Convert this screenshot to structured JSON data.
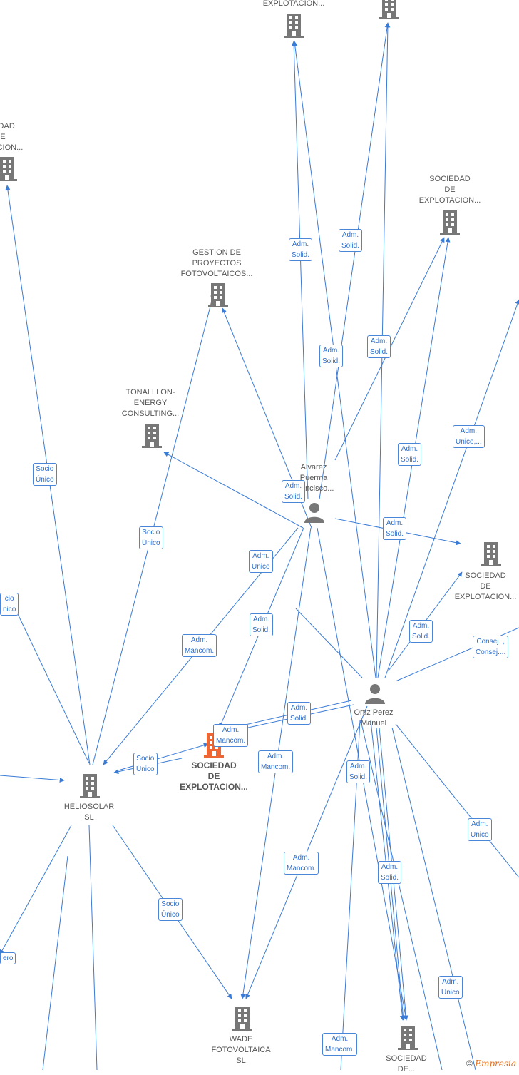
{
  "colors": {
    "edge": "#3a7bd5",
    "node": "#777777",
    "focus": "#ee6633",
    "badge_text": "#2f6fc9"
  },
  "nodes": [
    {
      "id": "top_soc1",
      "label": "EXPLOTACION...",
      "type": "company"
    },
    {
      "id": "top_soc2",
      "label": "",
      "type": "company"
    },
    {
      "id": "left_soc",
      "label": "CIEDAD\nDE\nLOTACION...",
      "type": "company"
    },
    {
      "id": "soc_right1",
      "label": "SOCIEDAD\nDE\nEXPLOTACION...",
      "type": "company"
    },
    {
      "id": "gestion",
      "label": "GESTION DE\nPROYECTOS\nFOTOVOLTAICOS...",
      "type": "company"
    },
    {
      "id": "tonalli",
      "label": "TONALLI ON-\nENERGY\nCONSULTING...",
      "type": "company"
    },
    {
      "id": "alvarez",
      "label": "Alvarez\nPuerma\nFrancisco...",
      "type": "person"
    },
    {
      "id": "soc_right2",
      "label": "SOCIEDAD\nDE\nEXPLOTACION...",
      "type": "company"
    },
    {
      "id": "ortiz",
      "label": "Ortiz Perez\nManuel",
      "type": "person"
    },
    {
      "id": "soc_focus",
      "label": "SOCIEDAD\nDE\nEXPLOTACION...",
      "type": "focus"
    },
    {
      "id": "heliosolar",
      "label": "HELIOSOLAR\nSL",
      "type": "company"
    },
    {
      "id": "wade",
      "label": "WADE\nFOTOVOLTAICA\nSL",
      "type": "company"
    },
    {
      "id": "soc_bottom",
      "label": "SOCIEDAD\nDE...",
      "type": "company"
    }
  ],
  "badges": [
    "Adm.\nSolid.",
    "Adm.\nSolid.",
    "Adm.\nSolid.",
    "Adm.\nSolid.",
    "Adm.\nUnico,...",
    "Adm.\nSolid.",
    "Socio\nÚnico",
    "Socio\nÚnico",
    "Adm.\nSolid.",
    "Adm.\nSolid.",
    "Adm.\nUnico",
    "cio\nnico",
    "Adm.\nSolid.",
    "Adm.\nMancom.",
    "Adm.\nSolid.",
    "Consej. ,\nConsej....",
    "Adm.\nSolid.",
    "Adm.\nMancom.",
    "Socio\nÚnico",
    "Adm.\nMancom.",
    "Adm.\nSolid.",
    "Adm.\nUnico",
    "Adm.\nMancom.",
    "Adm.\nSolid.",
    "Socio\nÚnico",
    "ero",
    "Adm.\nUnico",
    "Adm.\nMancom."
  ],
  "copyright": {
    "symbol": "©",
    "brand": "Empresia"
  }
}
